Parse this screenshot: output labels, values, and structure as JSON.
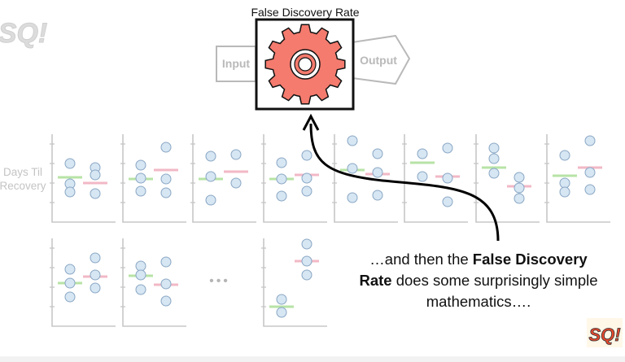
{
  "diagram": {
    "box_title": "False Discovery Rate",
    "input_label": "Input",
    "output_label": "Output",
    "y_axis_label_line1": "Days Til",
    "y_axis_label_line2": "Recovery",
    "ellipsis": "•••",
    "colors": {
      "gear": "#f47b6e",
      "gear_outline": "#111111",
      "greyed": "#b9b9b9",
      "dot_fill": "#d6e6f3",
      "dot_stroke": "#8aa7c4",
      "green_bar": "#b7e3a6",
      "pink_bar": "#f2b8c6",
      "arrow": "#000000"
    }
  },
  "caption": {
    "part1": "…and then the ",
    "bold1": "False Discovery",
    "bold2": "Rate",
    "part2": " does some surprisingly simple mathematics…."
  },
  "logo": {
    "top_text": "SQ!",
    "corner_text": "SQ!"
  }
}
